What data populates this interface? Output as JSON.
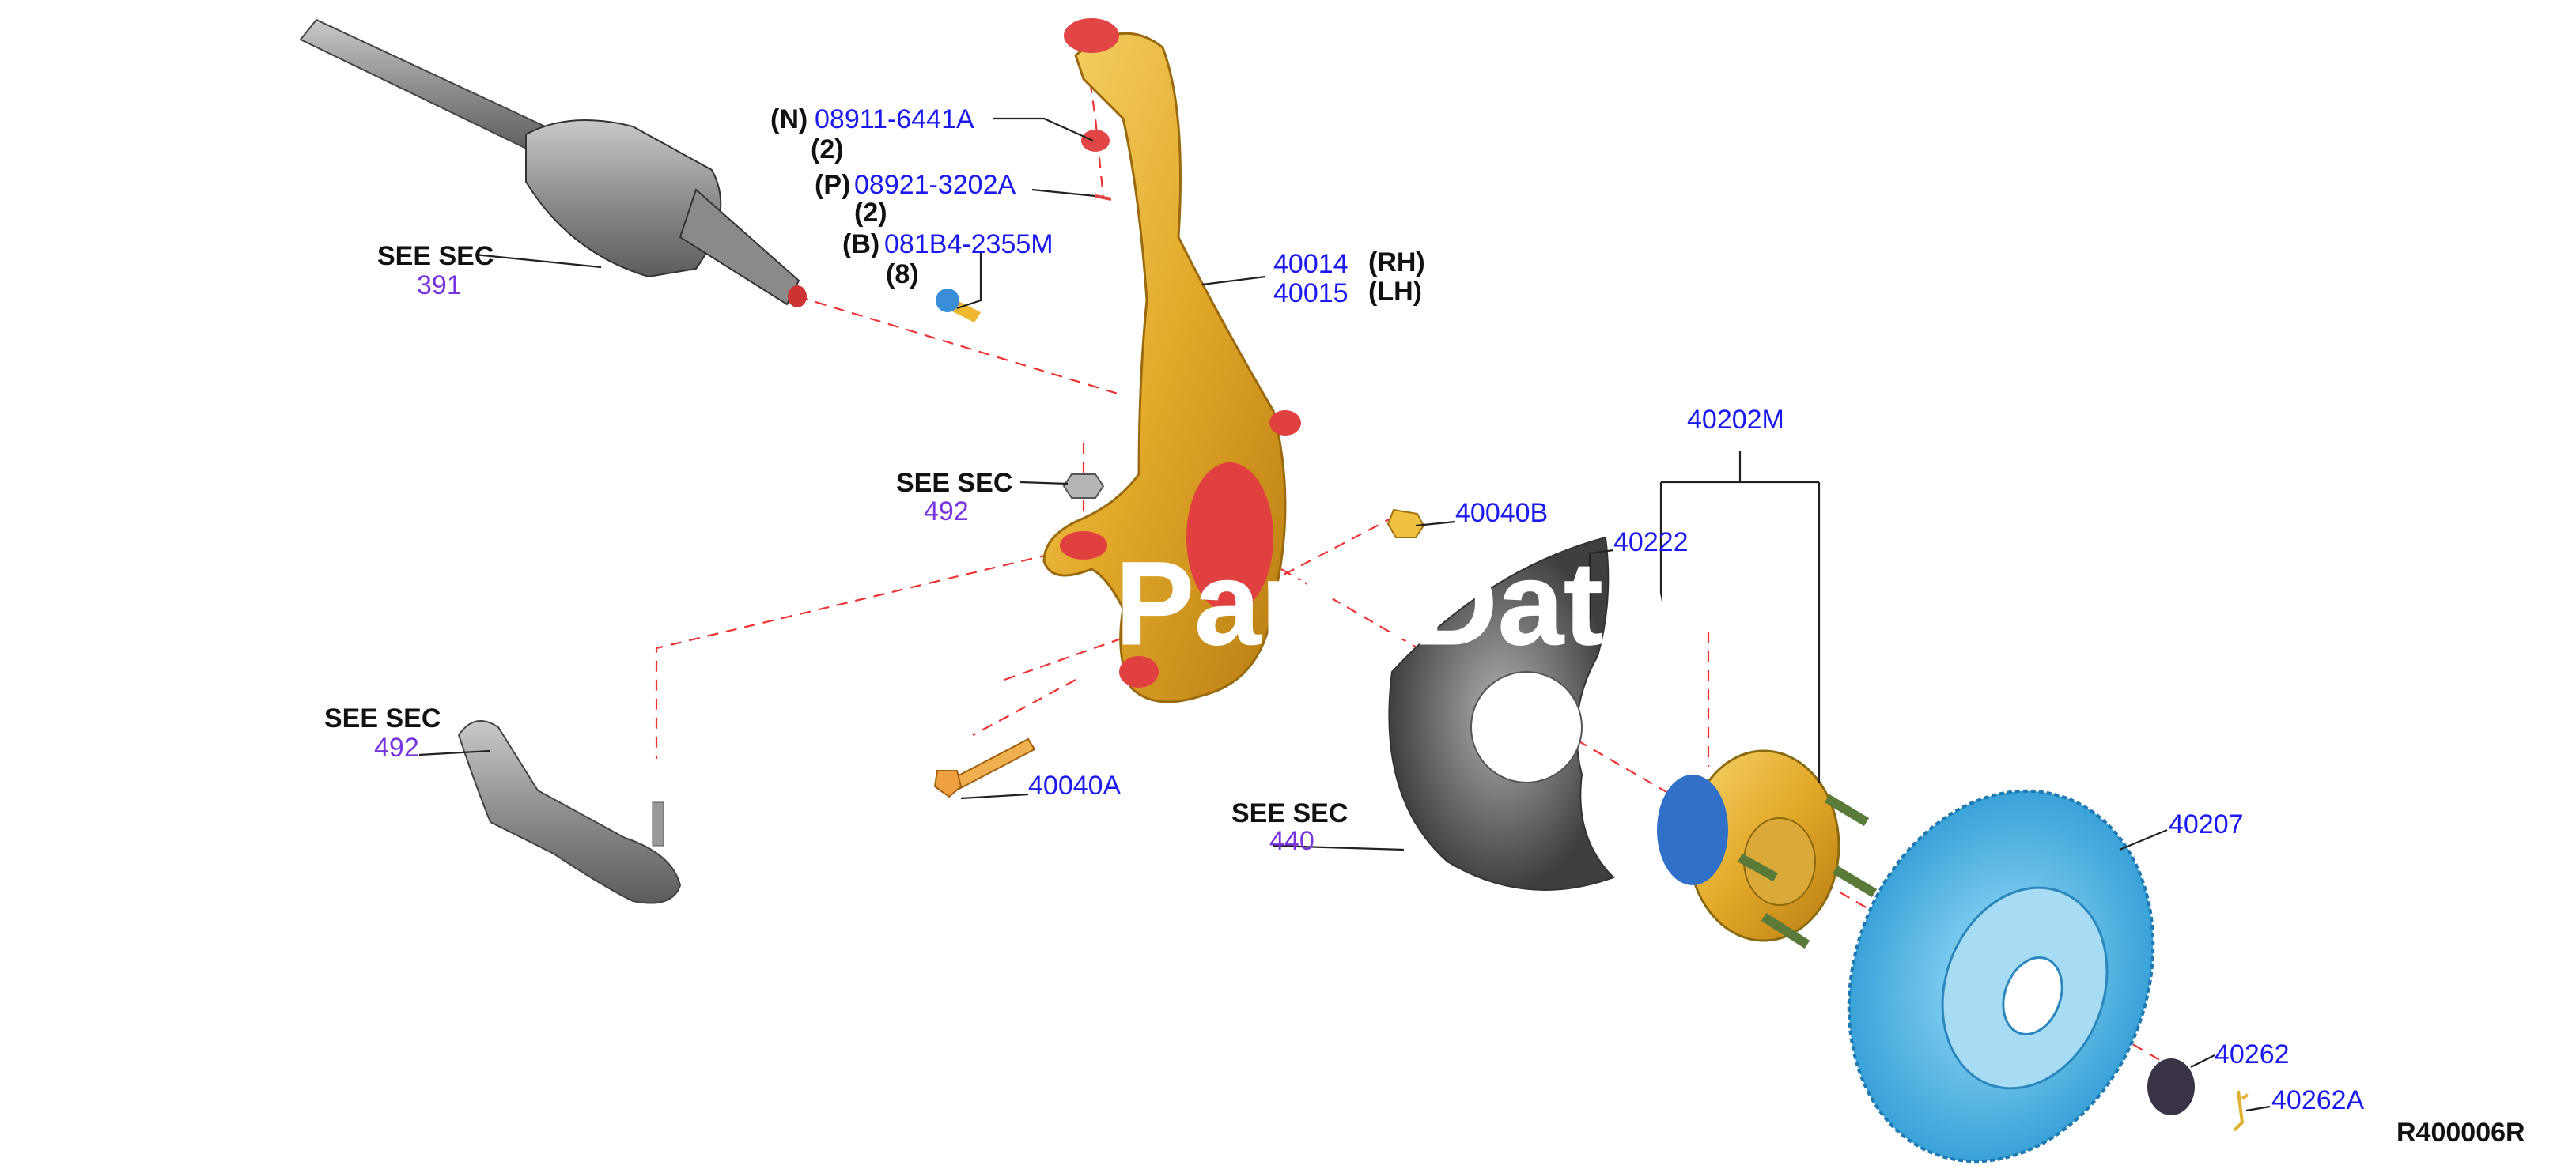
{
  "diagram": {
    "code": "R400006R",
    "watermark": "PartsData",
    "callouts": {
      "shaft_see": "SEE SEC",
      "shaft_sec": "391",
      "nut_pre": "(N)",
      "nut_no": "08911-6441A",
      "nut_qty": "(2)",
      "pin_pre": "(P)",
      "pin_no": "08921-3202A",
      "pin_qty": "(2)",
      "bolt_pre": "(B)",
      "bolt_no": "081B4-2355M",
      "bolt_qty": "(8)",
      "knuckle_rh": "40014",
      "knuckle_rh_side": "(RH)",
      "knuckle_lh": "40015",
      "knuckle_lh_side": "(LH)",
      "balljoint_see": "SEE SEC",
      "balljoint_sec": "492",
      "nut_40040b": "40040B",
      "hub_assy": "40202M",
      "shield": "40222",
      "tierod_see": "SEE SEC",
      "tierod_sec": "492",
      "bolt_40040a": "40040A",
      "brake_see": "SEE SEC",
      "brake_sec": "440",
      "rotor": "40207",
      "cap": "40262",
      "cotter": "40262A"
    }
  }
}
